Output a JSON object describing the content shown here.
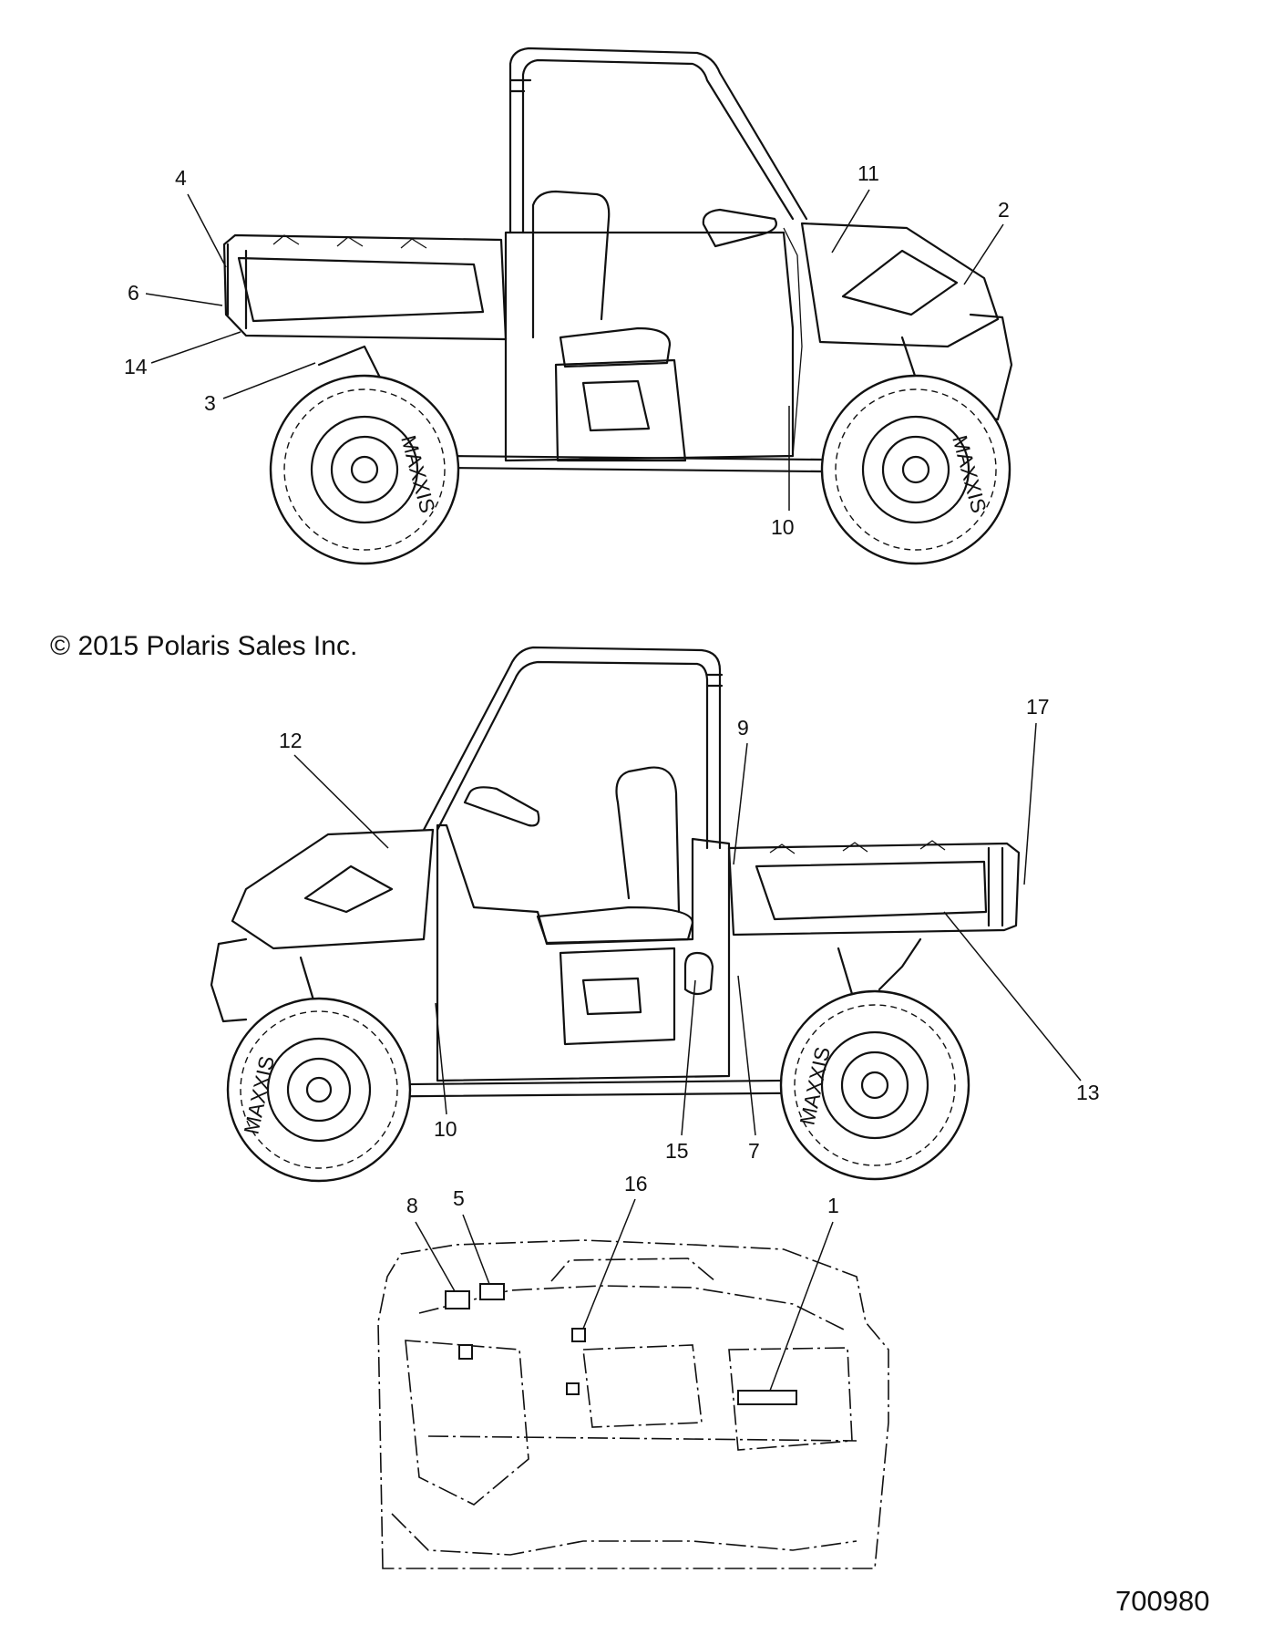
{
  "figure": {
    "copyright": "© 2015 Polaris Sales Inc.",
    "part_number": "700980"
  },
  "callouts": {
    "top_view": [
      "4",
      "6",
      "14",
      "3",
      "11",
      "2",
      "10"
    ],
    "middle_view": [
      "12",
      "9",
      "17",
      "13",
      "10",
      "15",
      "7"
    ],
    "bottom_view": [
      "8",
      "5",
      "16",
      "1"
    ]
  },
  "tire_brand_mark": "MAXXIS"
}
